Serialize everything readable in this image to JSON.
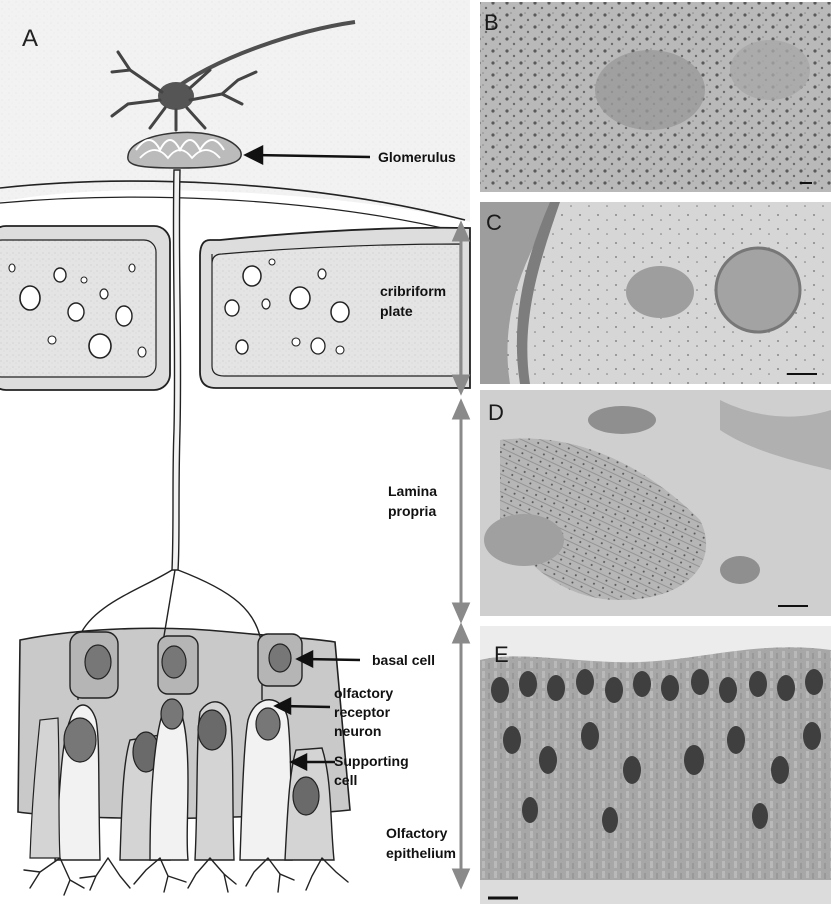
{
  "panels": {
    "a": "A",
    "b": "B",
    "c": "C",
    "d": "D",
    "e": "E"
  },
  "labels": {
    "glomerulus": "Glomerulus",
    "cribriform_line1": "cribriform",
    "cribriform_line2": "plate",
    "lamina_line1": "Lamina",
    "lamina_line2": "propria",
    "basal_cell": "basal cell",
    "orn_line1": "olfactory",
    "orn_line2": "receptor",
    "orn_line3": "neuron",
    "supporting_line1": "Supporting",
    "supporting_line2": "cell",
    "epithelium_line1": "Olfactory",
    "epithelium_line2": "epithelium"
  }
}
